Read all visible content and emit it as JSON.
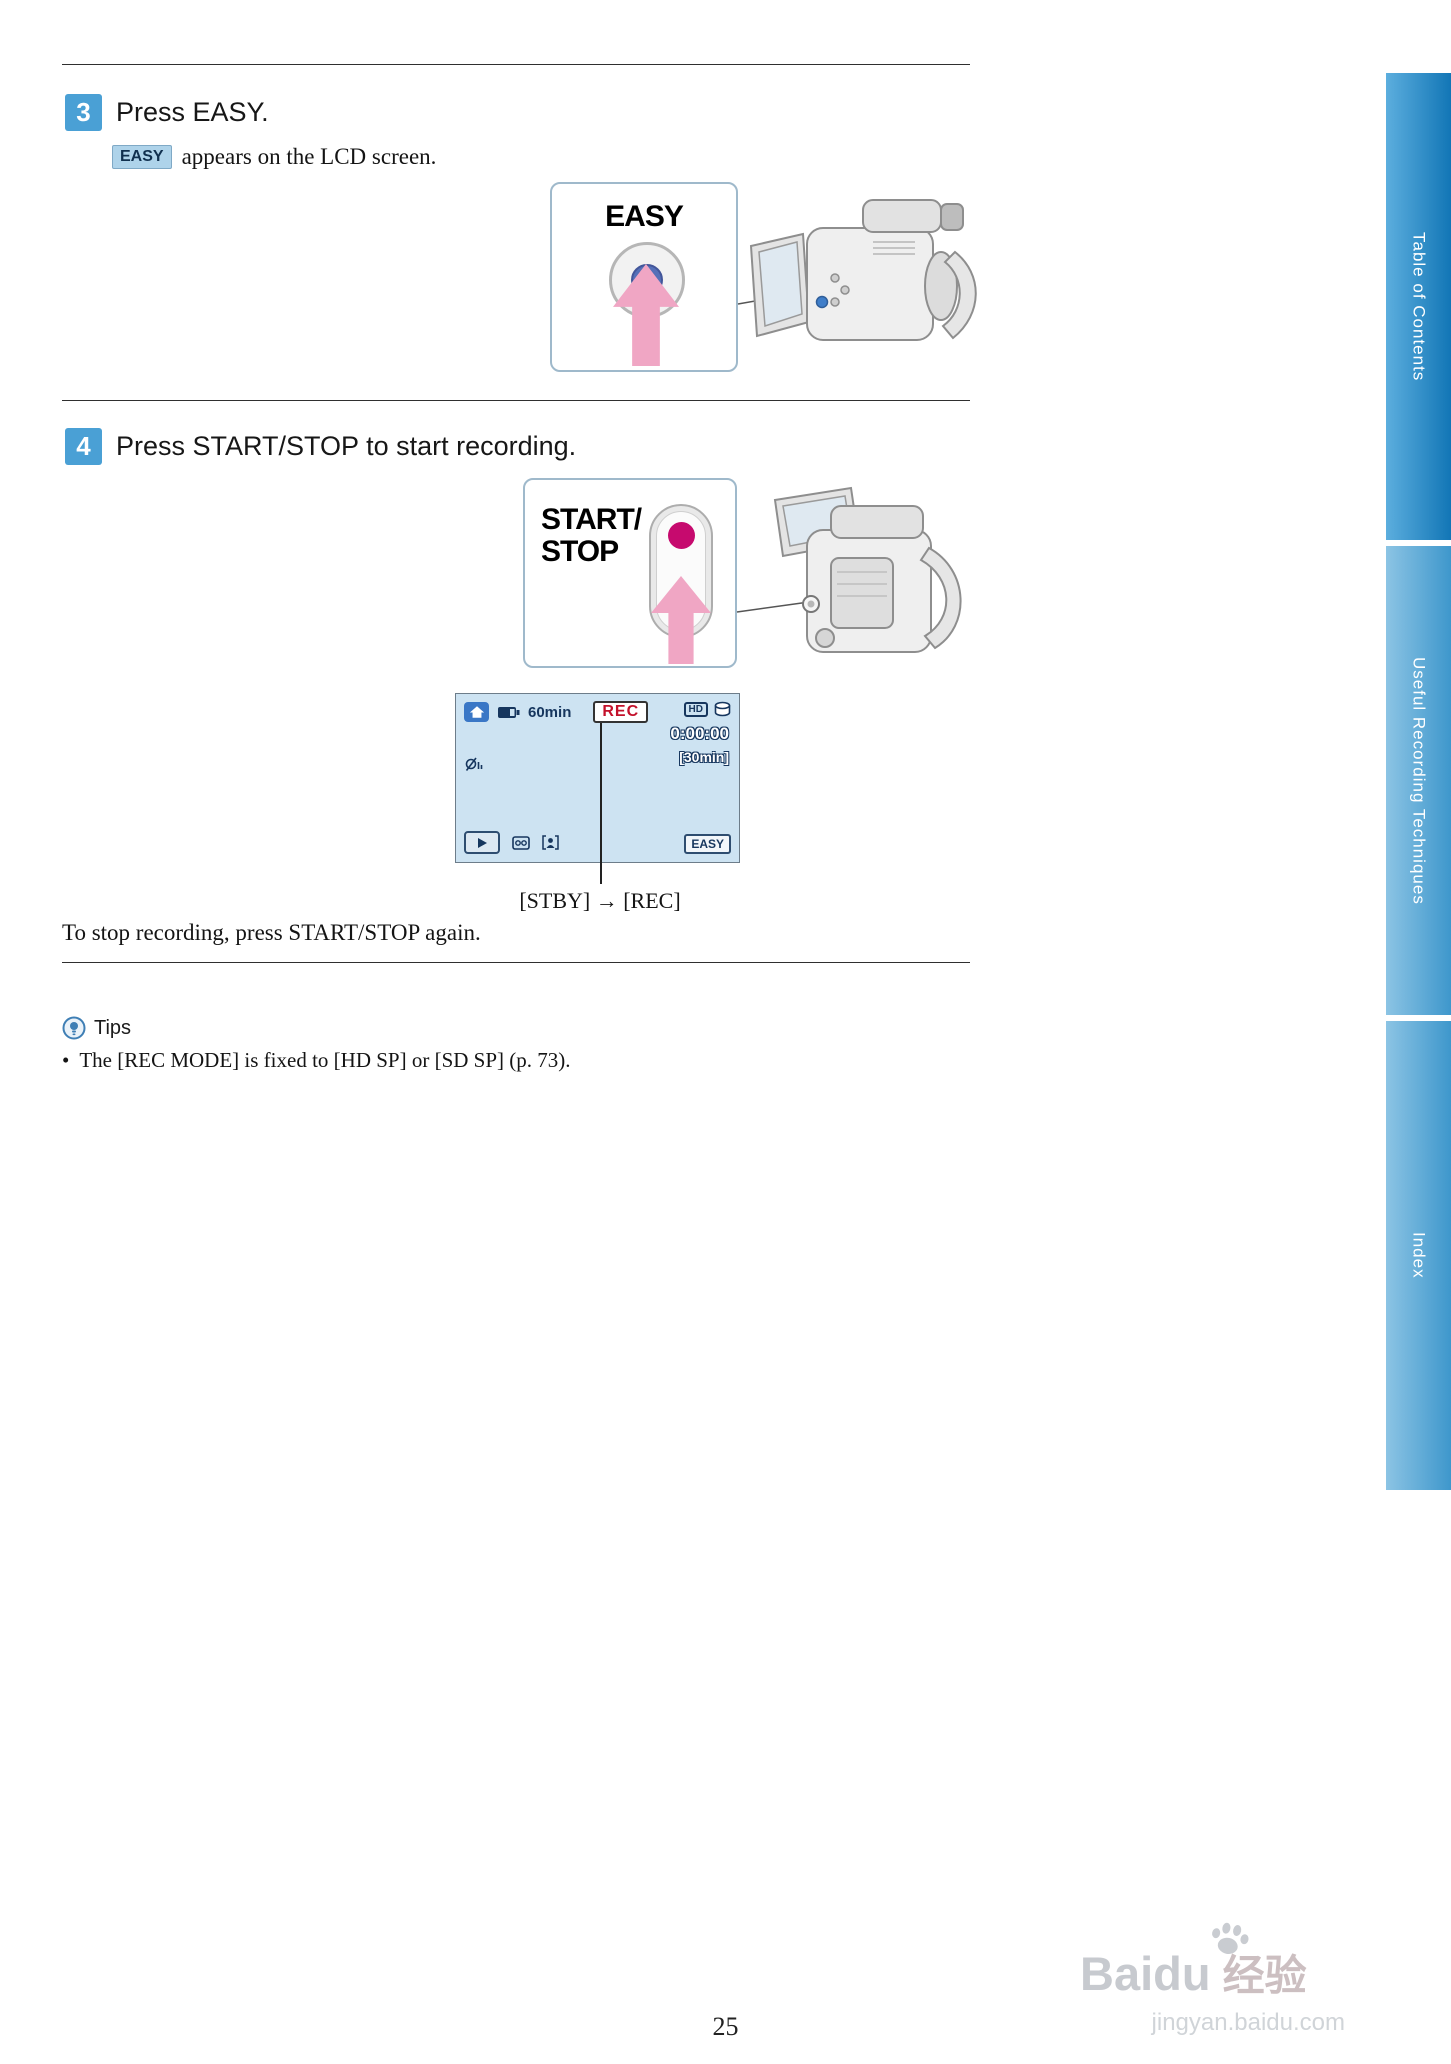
{
  "steps": [
    {
      "badge": "3",
      "title": "Press EASY.",
      "inline_badge": "EASY",
      "description": "appears on the LCD screen.",
      "button_label": "EASY"
    },
    {
      "badge": "4",
      "title": "Press START/STOP to start recording.",
      "button_label_line1": "START/",
      "button_label_line2": "STOP"
    }
  ],
  "lcd": {
    "duration": "60min",
    "rec": "REC",
    "hd": "HD",
    "counter": "0:00:00",
    "remaining": "[30min]",
    "easy": "EASY"
  },
  "caption": "[STBY] → [REC]",
  "stop_note": "To stop recording, press START/STOP again.",
  "tips": {
    "title": "Tips",
    "bullet": "•",
    "items": [
      "The [REC MODE] is fixed to [HD SP] or [SD SP] (p. 73)."
    ]
  },
  "sidebar": {
    "tabs": [
      {
        "label": "Table of Contents"
      },
      {
        "label": "Useful Recording Techniques"
      },
      {
        "label": "Index"
      }
    ]
  },
  "watermark": {
    "brand": "Baidu",
    "suffix": "经验",
    "url": "jingyan.baidu.com"
  },
  "page_number": "25",
  "accent_colors": {
    "step_badge_blue": "#4aa0d5",
    "arrow_pink": "#f0a6c4",
    "lcd_background": "#cde3f2",
    "rec_red": "#c3112b",
    "magenta_button": "#c60a6e",
    "sidebar_tab_blue": "#1276b6"
  }
}
